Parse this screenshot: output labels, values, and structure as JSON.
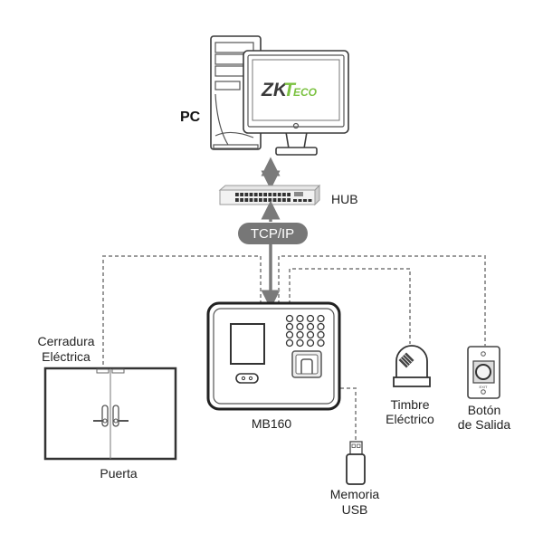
{
  "diagram": {
    "pc_label": "PC",
    "monitor_logo": {
      "dark": "ZK",
      "green_initial": "T",
      "green_rest": "ECO"
    },
    "hub_label": "HUB",
    "protocol_label": "TCP/IP",
    "device_label": "MB160",
    "lock_label": [
      "Cerradura",
      "Eléctrica"
    ],
    "door_label": "Puerta",
    "bell_label": [
      "Timbre",
      "Eléctrico"
    ],
    "exit_button_label": [
      "Botón",
      "de Salida"
    ],
    "exit_button_text": "EXIT",
    "usb_label": [
      "Memoria",
      "USB"
    ]
  },
  "colors": {
    "dashed_line": "#9a9a9a",
    "network_link": "#7a7a7a",
    "protocol_pill": "#777777",
    "logo_dark": "#3a3a3a",
    "logo_green": "#7cc242"
  }
}
